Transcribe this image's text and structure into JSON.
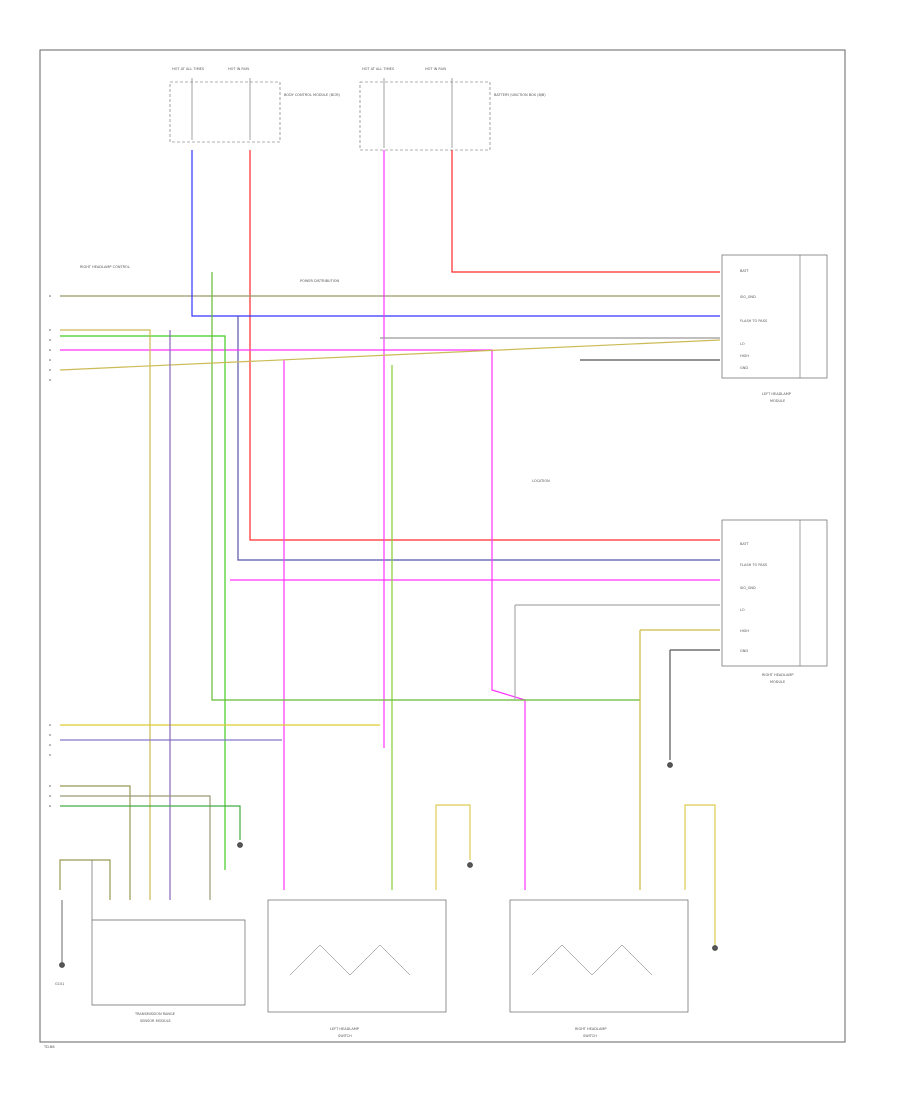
{
  "colors": {
    "red": "#ff2a2a",
    "blue": "#3333ff",
    "magenta": "#ff33ff",
    "green": "#44cc22",
    "yellow": "#ddcc33",
    "olive": "#999955",
    "black": "#333333",
    "gray": "#999999",
    "purple": "#aa66cc",
    "frame": "#666666"
  },
  "labels": {
    "fuse1": "HOT AT ALL TIMES",
    "fuse2": "HOT IN RUN",
    "fuse3": "HOT AT ALL TIMES",
    "fuse4": "HOT IN RUN",
    "fuse_box_left": "BODY CONTROL MODULE (BCM)",
    "fuse_box_right": "BATTERY JUNCTION BOX (BJB)",
    "connector_top": "RIGHT HEADLAMP CONTROL",
    "conn_to_mid": "POWER DISTRIBUTION",
    "left_headlamp": "LEFT HEADLAMP",
    "left_headlamp_sub": "MODULE",
    "right_headlamp": "RIGHT HEADLAMP",
    "right_headlamp_sub": "MODULE",
    "center_note": "LOCATION",
    "ground_label": "G101",
    "bottom_left_module": "TRANSMISSION RANGE",
    "bottom_left_module_sub": "SENSOR MODULE",
    "bottom_mid_module": "LEFT HEADLAMP",
    "bottom_mid_module_sub": "SWITCH",
    "bottom_right_module": "RIGHT HEADLAMP",
    "bottom_right_module_sub": "SWITCH",
    "corner_code": "TD-B6"
  }
}
